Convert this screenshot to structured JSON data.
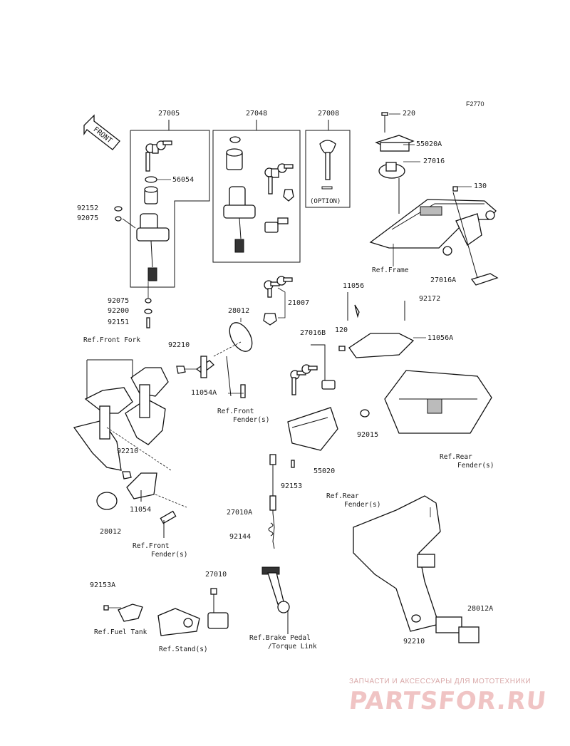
{
  "figure_code": "F2770",
  "front_arrow_label": "FRONT",
  "option_label": "(OPTION)",
  "watermark": {
    "top_text": "ЗАПЧАСТИ И АКСЕССУАРЫ ДЛЯ МОТОТЕХНИКИ",
    "brand": "PARTSFOR.RU"
  },
  "parts": {
    "p27005": "27005",
    "p27048": "27048",
    "p27008": "27008",
    "p220": "220",
    "p55020A": "55020A",
    "p27016": "27016",
    "p130": "130",
    "p56054": "56054",
    "p92152": "92152",
    "p92075a": "92075",
    "p92075b": "92075",
    "p92200": "92200",
    "p92151": "92151",
    "p28012a": "28012",
    "p21007": "21007",
    "p11056": "11056",
    "p92172": "92172",
    "p27016A": "27016A",
    "p27016B": "27016B",
    "p120": "120",
    "p11056A": "11056A",
    "p92210a": "92210",
    "p11054A": "11054A",
    "p92015": "92015",
    "p92210b": "92210",
    "p11054": "11054",
    "p28012b": "28012",
    "p55020": "55020",
    "p92153": "92153",
    "p27010A": "27010A",
    "p92144": "92144",
    "p27010": "27010",
    "p92153A": "92153A",
    "p28012A": "28012A",
    "p92210c": "92210"
  },
  "refs": {
    "frame": "Ref.Frame",
    "front_fork": "Ref.Front Fork",
    "front_fender_1_l1": "Ref.Front",
    "front_fender_1_l2": "Fender(s)",
    "front_fender_2_l1": "Ref.Front",
    "front_fender_2_l2": "Fender(s)",
    "rear_fender_1_l1": "Ref.Rear",
    "rear_fender_1_l2": "Fender(s)",
    "rear_fender_2_l1": "Ref.Rear",
    "rear_fender_2_l2": "Fender(s)",
    "fuel_tank": "Ref.Fuel Tank",
    "stand": "Ref.Stand(s)",
    "brake_l1": "Ref.Brake Pedal",
    "brake_l2": "/Torque Link"
  }
}
